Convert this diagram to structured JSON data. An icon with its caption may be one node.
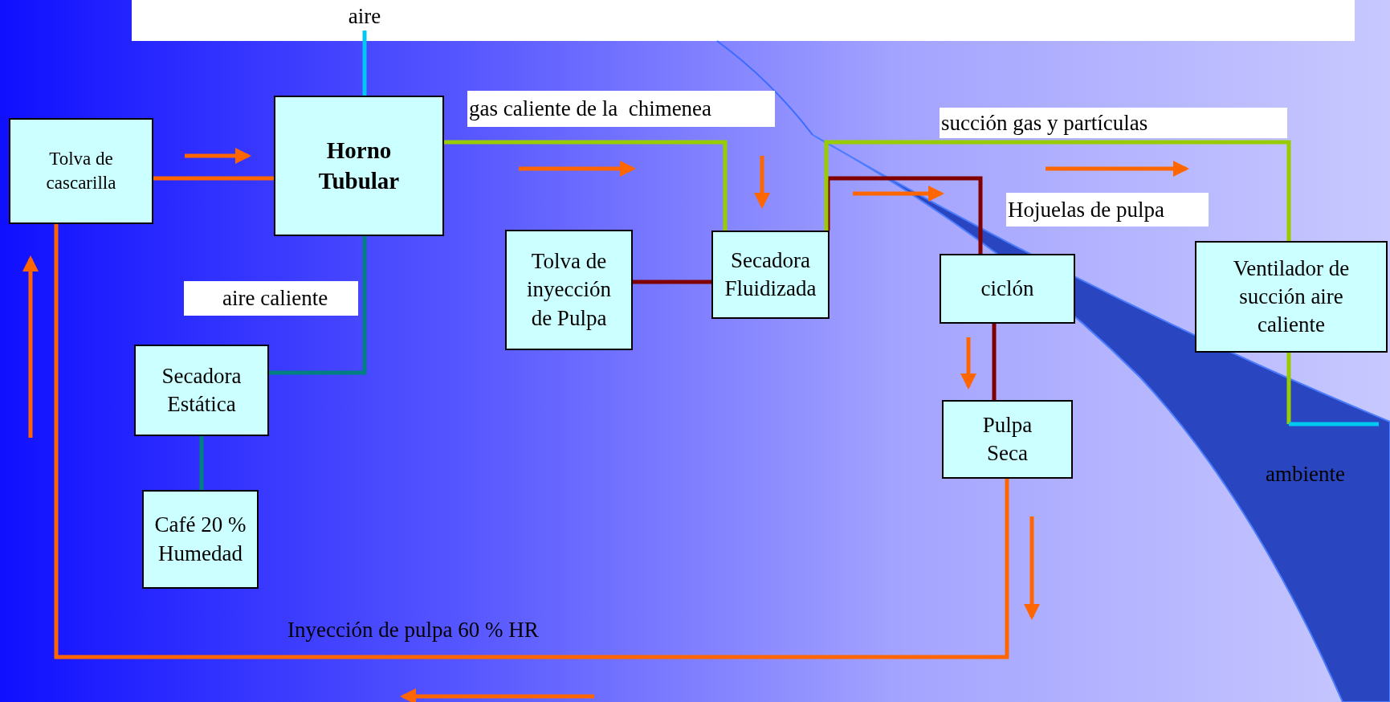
{
  "diagram": {
    "nodes": [
      {
        "text": [
          "Tolva de cascarilla"
        ]
      },
      {
        "text": [
          "Horno Tubular"
        ]
      },
      {
        "text": [
          "Tolva de inyección de Pulpa"
        ]
      },
      {
        "text": [
          "Secadora Fluidizada"
        ]
      },
      {
        "text": [
          "ciclón"
        ]
      },
      {
        "text": [
          "Ventilador de succión aire caliente"
        ]
      },
      {
        "text": [
          "Secadora Estática"
        ]
      },
      {
        "text": [
          "Café 20 % Humedad"
        ]
      },
      {
        "text": [
          "Pulpa Seca"
        ]
      },
      {
        "text": [
          "aire"
        ]
      }
    ],
    "edges": [
      {
        "from": 9,
        "to": 1,
        "arrow": "none",
        "color": "#00c8f0"
      },
      {
        "from": 0,
        "to": 1,
        "arrow": "none",
        "color": "#ff6600"
      },
      {
        "from": 1,
        "to": 3,
        "arrow": "none",
        "color": "#99cc00",
        "label": "gas caliente de la  chimenea"
      },
      {
        "from": 2,
        "to": 3,
        "arrow": "none",
        "color": "#800000"
      },
      {
        "from": 1,
        "to": 6,
        "arrow": "none",
        "color": "#008080",
        "label": "aire caliente"
      },
      {
        "from": 6,
        "to": 7,
        "arrow": "none",
        "color": "#008080"
      },
      {
        "from": 3,
        "to": 4,
        "arrow": "none",
        "color": "#800000",
        "label": "Hojuelas de pulpa"
      },
      {
        "from": 3,
        "to": 5,
        "arrow": "none",
        "color": "#99cc00",
        "label": "succión gas y partículas"
      },
      {
        "from": 4,
        "to": 8,
        "arrow": "none",
        "color": "#800000"
      },
      {
        "from": 5,
        "to": null,
        "arrow": "none",
        "color": "#99cc00"
      },
      {
        "from": 8,
        "to": 0,
        "arrow": "none",
        "color": "#ff6600",
        "label": "Inyección de pulpa 60 % HR"
      }
    ],
    "labels": [
      "ambiente"
    ]
  }
}
